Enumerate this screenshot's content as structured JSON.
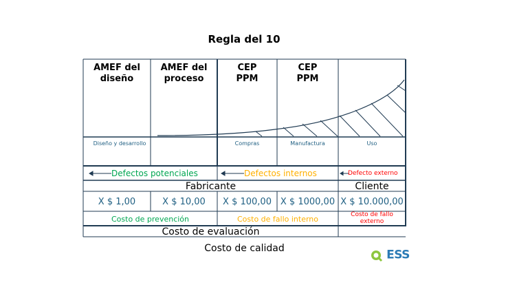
{
  "title": "Regla del 10",
  "headers": [
    "AMEF del\ndiseño",
    "AMEF del\nproceso",
    "CEP\nPPM",
    "CEP\nPPM"
  ],
  "phases": [
    "Diseño y desarrollo",
    "Compras",
    "Manufactura",
    "Uso"
  ],
  "defects": {
    "potential": "Defectos potenciales",
    "internal": "Defectos internos",
    "external": "Defecto externo"
  },
  "stakeholders": {
    "maker": "Fabricante",
    "client": "Cliente"
  },
  "prices": [
    "X $ 1,00",
    "X $ 10,00",
    "X $ 100,00",
    "X $ 1000,00",
    "X $ 10.000,00"
  ],
  "costs": {
    "prevention": "Costo de prevención",
    "internal_failure": "Costo de fallo interno",
    "external_failure": "Costo de fallo externo",
    "evaluation": "Costo de evaluación",
    "quality": "Costo de calidad"
  },
  "logo": {
    "text": "ESS",
    "prefix": "Q"
  },
  "colors": {
    "line": "#1f3a52",
    "blue_text": "#1f5f82",
    "green": "#00a651",
    "orange": "#ffb000",
    "red": "#ff0000"
  }
}
